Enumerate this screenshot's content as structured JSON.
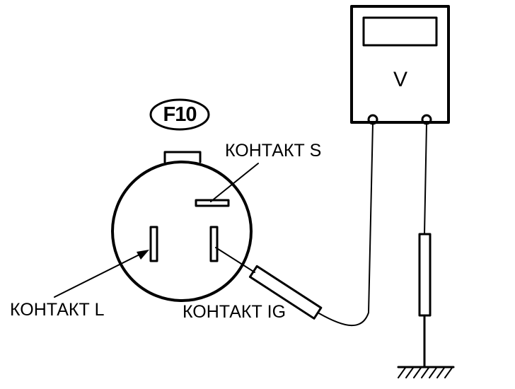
{
  "connector": {
    "code": "F10",
    "contacts": {
      "s": "КОНТАКТ S",
      "l": "КОНТАКТ L",
      "ig": "КОНТАКТ IG"
    }
  },
  "meter": {
    "unit": "V"
  },
  "colors": {
    "line": "#000000",
    "background": "#ffffff"
  }
}
